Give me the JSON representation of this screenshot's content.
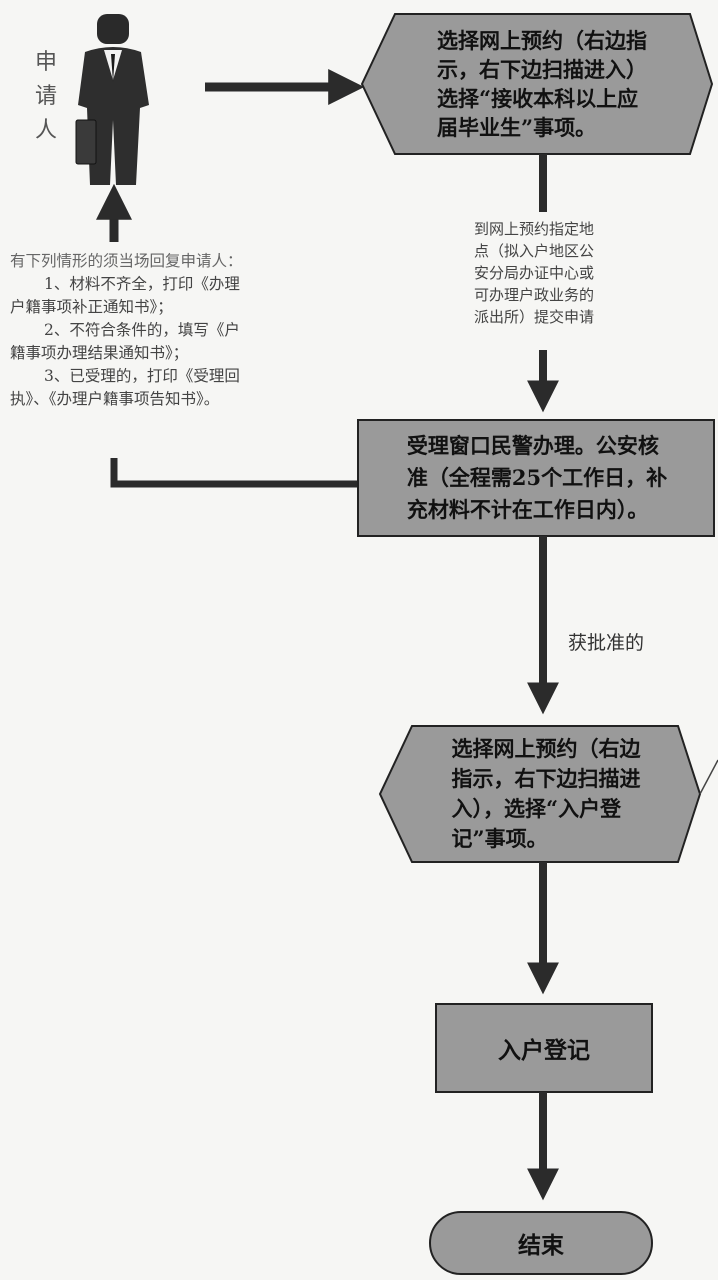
{
  "applicant": {
    "label": "申请人"
  },
  "steps": {
    "step1": [
      "选择网上预约（右边指",
      "示，右下边扫描进入）",
      "选择“接收本科以上应",
      "届毕业生”事项。"
    ],
    "submit_note": [
      "到网上预约指定地",
      "点（拟入户地区公",
      "安分局办证中心或",
      "可办理户政业务的",
      "派出所）提交申请"
    ],
    "return_note": {
      "heading": "有下列情形的须当场回复申请人：",
      "items": [
        [
          "1、材料不齐全，打印《办理",
          "户籍事项补正通知书》；"
        ],
        [
          "2、不符合条件的，填写《户",
          "籍事项办理结果通知书》；"
        ],
        [
          "3、已受理的，打印《受理回",
          "执》、《办理户籍事项告知书》。"
        ]
      ]
    },
    "process": [
      "受理窗口民警办理。公安核",
      "准（全程需25个工作日，补",
      "充材料不计在工作日内）。"
    ],
    "approved": "获批准的",
    "step2": [
      "选择网上预约（右边",
      "指示，右下边扫描进",
      "入），选择“入户登",
      "记”事项。"
    ],
    "register": "入户登记",
    "end": "结束"
  },
  "colors": {
    "shape_fill": "#9a9a9a",
    "border": "#222222",
    "arrow": "#2b2b2b"
  }
}
